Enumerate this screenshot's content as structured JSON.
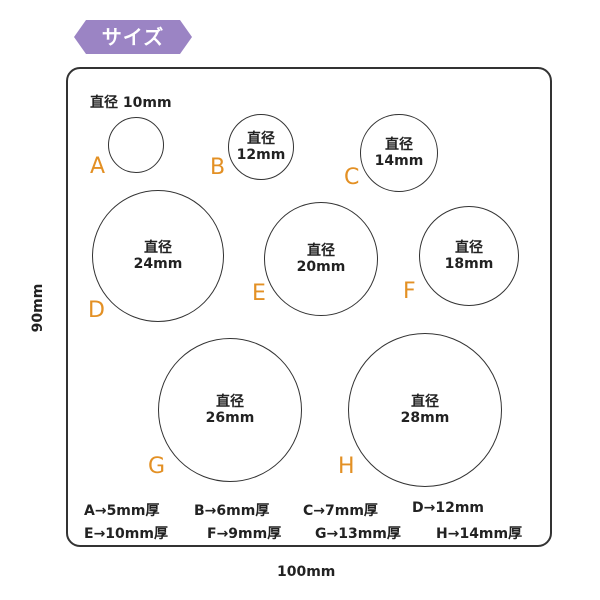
{
  "header": {
    "tag": "サイズ"
  },
  "diagram": {
    "width_label": "100mm",
    "height_label": "90mm",
    "label_a": "直径 10mm",
    "circles": [
      {
        "letter": "A",
        "line1": "",
        "line2": ""
      },
      {
        "letter": "B",
        "line1": "直径",
        "line2": "12mm"
      },
      {
        "letter": "C",
        "line1": "直径",
        "line2": "14mm"
      },
      {
        "letter": "D",
        "line1": "直径",
        "line2": "24mm"
      },
      {
        "letter": "E",
        "line1": "直径",
        "line2": "20mm"
      },
      {
        "letter": "F",
        "line1": "直径",
        "line2": "18mm"
      },
      {
        "letter": "G",
        "line1": "直径",
        "line2": "26mm"
      },
      {
        "letter": "H",
        "line1": "直径",
        "line2": "28mm"
      }
    ],
    "notes": {
      "row1": [
        "A→5mm厚",
        "B→6mm厚",
        "C→7mm厚",
        "D→12mm"
      ],
      "row2": [
        "E→10mm厚",
        "F→9mm厚",
        "G→13mm厚",
        "H→14mm厚"
      ]
    }
  },
  "colors": {
    "tag_bg": "#9b84c4",
    "letter": "#e39024",
    "outline": "#333333"
  }
}
